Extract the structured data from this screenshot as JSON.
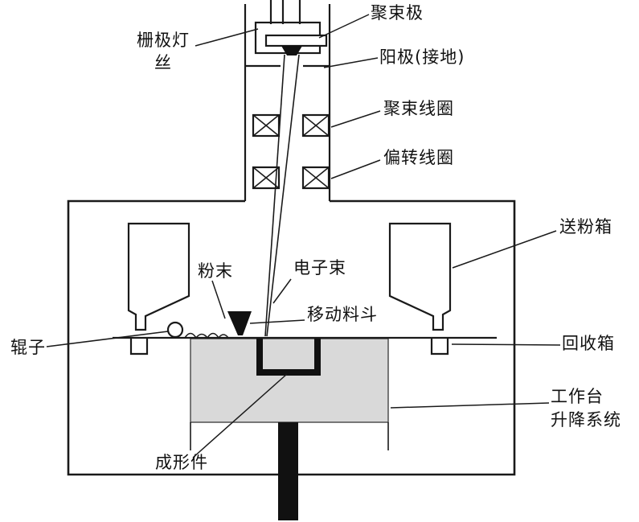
{
  "labels": {
    "focusing_electrode": "聚束极",
    "grid_filament": "栅极灯丝",
    "anode": "阳极(接地)",
    "focusing_coil": "聚束线圈",
    "deflection_coil": "偏转线圈",
    "powder_feed_box": "送粉箱",
    "powder": "粉末",
    "electron_beam": "电子束",
    "moving_hopper": "移动料斗",
    "roller": "辊子",
    "recovery_box": "回收箱",
    "worktable_lifting_system": "工作台\n升降系统",
    "formed_part": "成形件"
  },
  "colors": {
    "line": "#1a1a1a",
    "dark_fill": "#111111",
    "build_tank_gray": "#d9d9d9",
    "background": "#ffffff"
  }
}
